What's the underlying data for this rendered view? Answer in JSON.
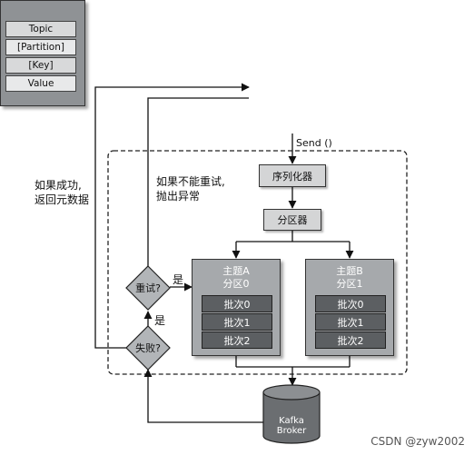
{
  "producer_record": {
    "title": "ProducerRecord",
    "fields": [
      "Topic",
      "[Partition]",
      "[Key]",
      "Value"
    ]
  },
  "send_label": "Send ()",
  "serializer": "序列化器",
  "partitioner": "分区器",
  "topics": [
    {
      "title": "主题A",
      "partition": "分区0",
      "batches": [
        "批次0",
        "批次1",
        "批次2"
      ]
    },
    {
      "title": "主题B",
      "partition": "分区1",
      "batches": [
        "批次0",
        "批次1",
        "批次2"
      ]
    }
  ],
  "retry_label": "重试?",
  "fail_label": "失败?",
  "yes_label_1": "是",
  "yes_label_2": "是",
  "success_note": [
    "如果成功,",
    "返回元数据"
  ],
  "no_retry_note": [
    "如果不能重试,",
    "抛出异常"
  ],
  "broker_label": "Kafka Broker",
  "watermark": "CSDN @zyw2002"
}
